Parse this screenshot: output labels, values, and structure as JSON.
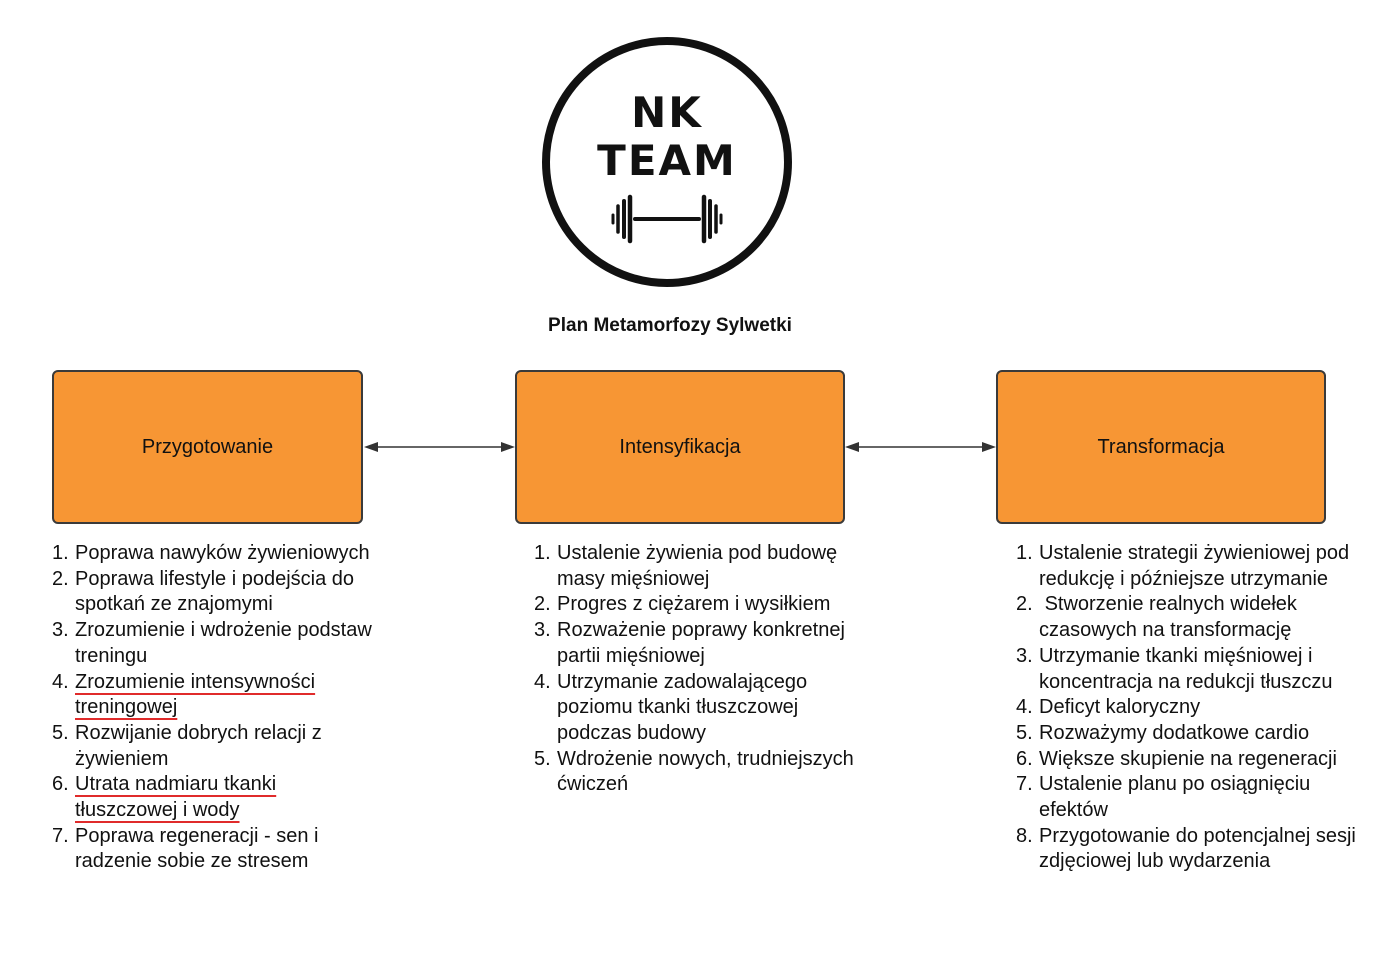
{
  "logo": {
    "line1": "NK",
    "line2": "TEAM",
    "icon": "barbell-icon"
  },
  "title": "Plan Metamorfozy Sylwetki",
  "stages": [
    {
      "label": "Przygotowanie",
      "items": [
        {
          "num": "1.",
          "text": "Poprawa nawyków żywieniowych"
        },
        {
          "num": "2.",
          "text": "Poprawa lifestyle i podejścia do spotkań ze znajomymi"
        },
        {
          "num": "3.",
          "text": "Zrozumienie i wdrożenie podstaw treningu"
        },
        {
          "num": "4.",
          "text": "Zrozumienie intensywności treningowej"
        },
        {
          "num": "5.",
          "text": "Rozwijanie dobrych relacji z żywieniem"
        },
        {
          "num": "6.",
          "text": "Utrata nadmiaru tkanki tłuszczowej i wody"
        },
        {
          "num": "7.",
          "text": "Poprawa regeneracji - sen i radzenie sobie ze stresem"
        }
      ]
    },
    {
      "label": "Intensyfikacja",
      "items": [
        {
          "num": "1.",
          "text": "Ustalenie żywienia pod budowę masy mięśniowej"
        },
        {
          "num": "2.",
          "text": "Progres z ciężarem i wysiłkiem"
        },
        {
          "num": "3.",
          "text": "Rozważenie poprawy konkretnej partii mięśniowej"
        },
        {
          "num": "4.",
          "text": "Utrzymanie zadowalającego poziomu tkanki tłuszczowej podczas budowy"
        },
        {
          "num": "5.",
          "text": "Wdrożenie nowych, trudniejszych ćwiczeń"
        }
      ]
    },
    {
      "label": "Transformacja",
      "items": [
        {
          "num": "1.",
          "text": "Ustalenie strategii żywieniowej pod redukcję i późniejsze utrzymanie"
        },
        {
          "num": "2.",
          "text": " Stworzenie realnych widełek czasowych na transformację"
        },
        {
          "num": "3.",
          "text": "Utrzymanie tkanki mięśniowej i koncentracja na redukcji tłuszczu"
        },
        {
          "num": "4.",
          "text": "Deficyt kaloryczny"
        },
        {
          "num": "5.",
          "text": "Rozważymy dodatkowe cardio"
        },
        {
          "num": "6.",
          "text": "Większe skupienie na regeneracji"
        },
        {
          "num": "7.",
          "text": "Ustalenie planu po osiągnięciu efektów"
        },
        {
          "num": "8.",
          "text": "Przygotowanie do potencjalnej sesji zdjęciowej lub wydarzenia"
        }
      ]
    }
  ],
  "colors": {
    "box_fill": "#F79634",
    "box_border": "#3a3a3a",
    "arrow": "#333333",
    "underline": "#e02b2b"
  }
}
